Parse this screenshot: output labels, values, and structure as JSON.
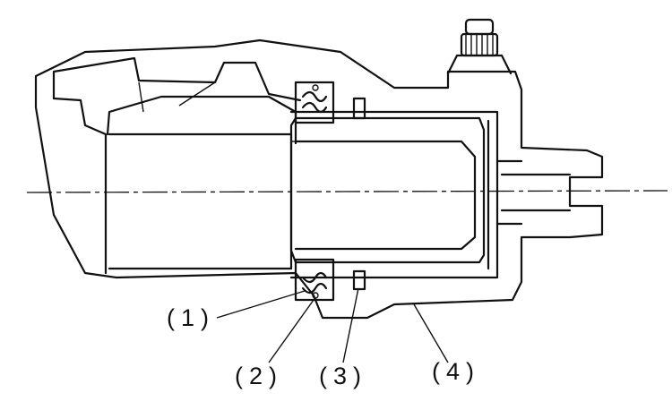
{
  "callouts": [
    {
      "id": "1",
      "text": "(1)"
    },
    {
      "id": "2",
      "text": "(2)"
    },
    {
      "id": "3",
      "text": "(3)"
    },
    {
      "id": "4",
      "text": "(4)"
    }
  ],
  "colors": {
    "ink": "#111111",
    "background": "#ffffff"
  }
}
